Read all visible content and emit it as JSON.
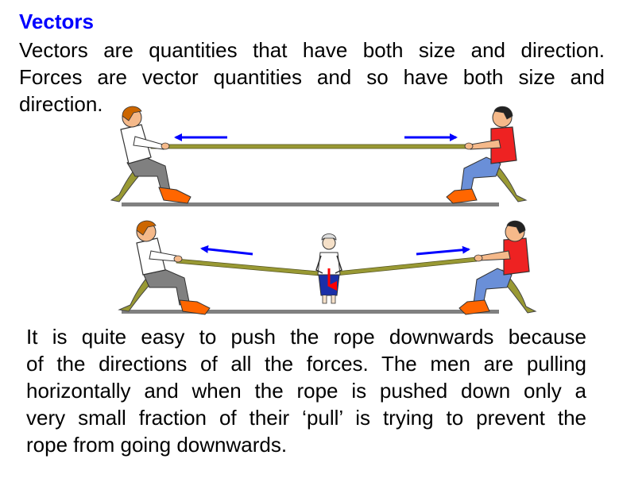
{
  "title": "Vectors",
  "intro_lines": [
    "Vectors are quantities that have both size and direction.",
    "Forces are vector quantities and so have both size and",
    "direction."
  ],
  "explain_lines": [
    "It is quite easy to push the rope downwards because",
    "of the directions of all the forces. The men are pulling",
    "horizontally and when the rope is pushed down only a",
    "very small fraction of their ‘pull’ is trying to prevent the",
    "rope from going downwards."
  ],
  "colors": {
    "title": "#0000ff",
    "arrow_pull": "#0000ff",
    "arrow_push": "#ff0000",
    "rope": "#999933",
    "ground": "#808080",
    "hair": "#cc6600",
    "left_shirt": "#ffffff",
    "right_shirt": "#ee2222",
    "left_trousers": "#808080",
    "right_trousers": "#6a8fd8",
    "shoes": "#ff6600",
    "woman_skirt": "#1a2fa8"
  }
}
